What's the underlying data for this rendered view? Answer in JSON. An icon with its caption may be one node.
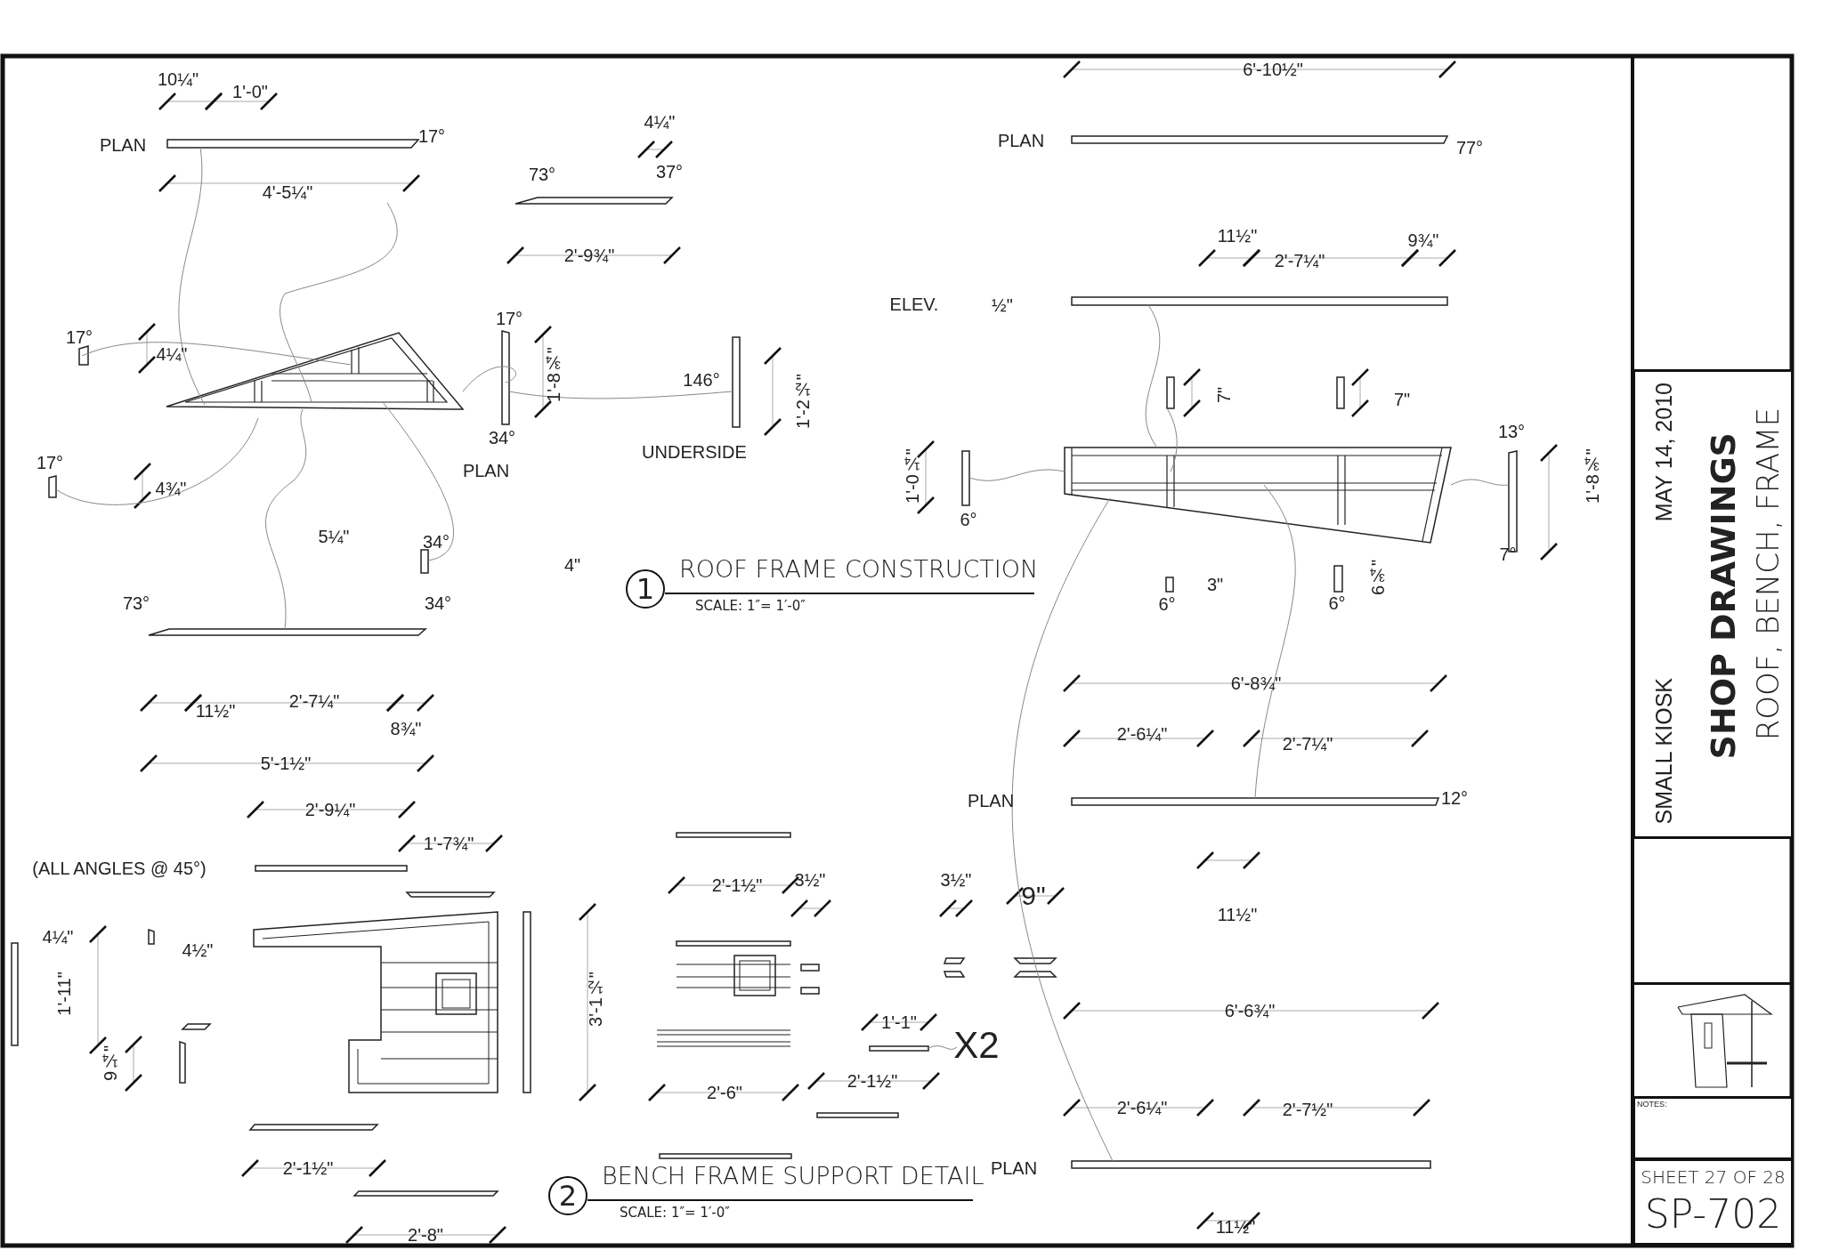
{
  "diagram": {
    "title": "SHOP DRAWINGS",
    "nodes": [
      {
        "text": [
          "1"
        ],
        "beside": [
          "ROOF FRAME CONSTRUCTION",
          "SCALE: 1″= 1′-0″"
        ]
      },
      {
        "text": [
          "2"
        ],
        "beside": [
          "BENCH FRAME SUPPORT DETAIL",
          "SCALE: 1″= 1′-0″"
        ]
      },
      {
        "text": [
          "SMALL KIOSK",
          "MAY 14, 2010",
          "ROOF, BENCH, FRAME"
        ]
      },
      {
        "text": [
          "NOTES:"
        ]
      },
      {
        "text": [
          "SHEET 27 OF 28",
          "SP-702"
        ]
      }
    ],
    "labels": [
      "10¼\"",
      "1'-0\"",
      "PLAN",
      "17°",
      "4'-5¼\"",
      "4¼\"",
      "73°",
      "37°",
      "2'-9¾\"",
      "17°",
      "4¼\"",
      "17°",
      "1'-8¾\"",
      "146°",
      "1'-2½\"",
      "34°",
      "UNDERSIDE",
      "PLAN",
      "17°",
      "4¾\"",
      "5¼\"",
      "34°",
      "4\"",
      "73°",
      "34°",
      "11½\"",
      "2'-7¼\"",
      "8¾\"",
      "5'-1½\"",
      "6'-10½\"",
      "PLAN",
      "77°",
      "11½\"",
      "2'-7¼\"",
      "9¾\"",
      "ELEV.",
      "½\"",
      "7\"",
      "7\"",
      "1'-0¼\"",
      "6°",
      "13°",
      "1'-8¾\"",
      "7°",
      "3\"",
      "6¾\"",
      "6°",
      "6°",
      "6'-8¾\"",
      "2'-6¼\"",
      "2'-7¼\"",
      "PLAN",
      "12°",
      "11½\"",
      "2'-9¼\"",
      "1'-7¾\"",
      "(ALL ANGLES @ 45°)",
      "4¼\"",
      "4½\"",
      "1'-11\"",
      "9¼\"",
      "3'-1½\"",
      "2'-1½\"",
      "2'-8\"",
      "2'-1½\"",
      "3½\"",
      "3½\"",
      "9\"",
      "1'-1\"",
      "X2",
      "2'-1½\"",
      "2'-6\"",
      "6'-6¾\"",
      "2'-6¼\"",
      "2'-7½\"",
      "PLAN",
      "11½\""
    ]
  }
}
